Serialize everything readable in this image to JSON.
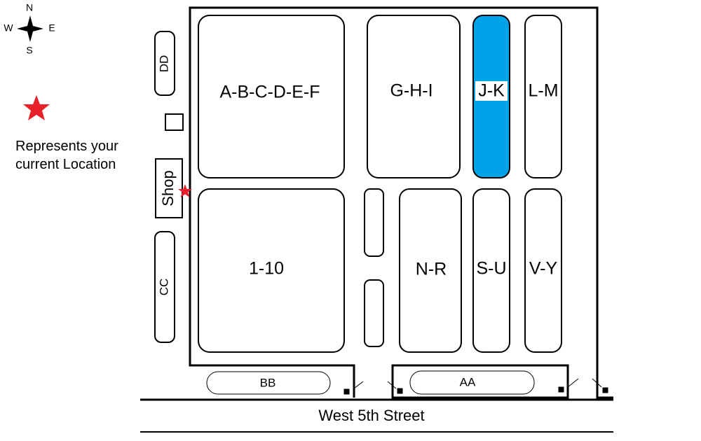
{
  "compass": {
    "north": "N",
    "south": "S",
    "east": "E",
    "west": "W"
  },
  "legend": {
    "line1": "Represents your",
    "line2": "current Location",
    "star_color": "#e8202a"
  },
  "sections": {
    "abcdef": "A-B-C-D-E-F",
    "ghi": "G-H-I",
    "jk": "J-K",
    "lm": "L-M",
    "one_ten": "1-10",
    "nr": "N-R",
    "su": "S-U",
    "vy": "V-Y",
    "dd": "DD",
    "cc": "CC",
    "shop": "Shop",
    "bb": "BB",
    "aa": "AA"
  },
  "highlight_color": "#00a2e8",
  "street": "West 5th Street"
}
